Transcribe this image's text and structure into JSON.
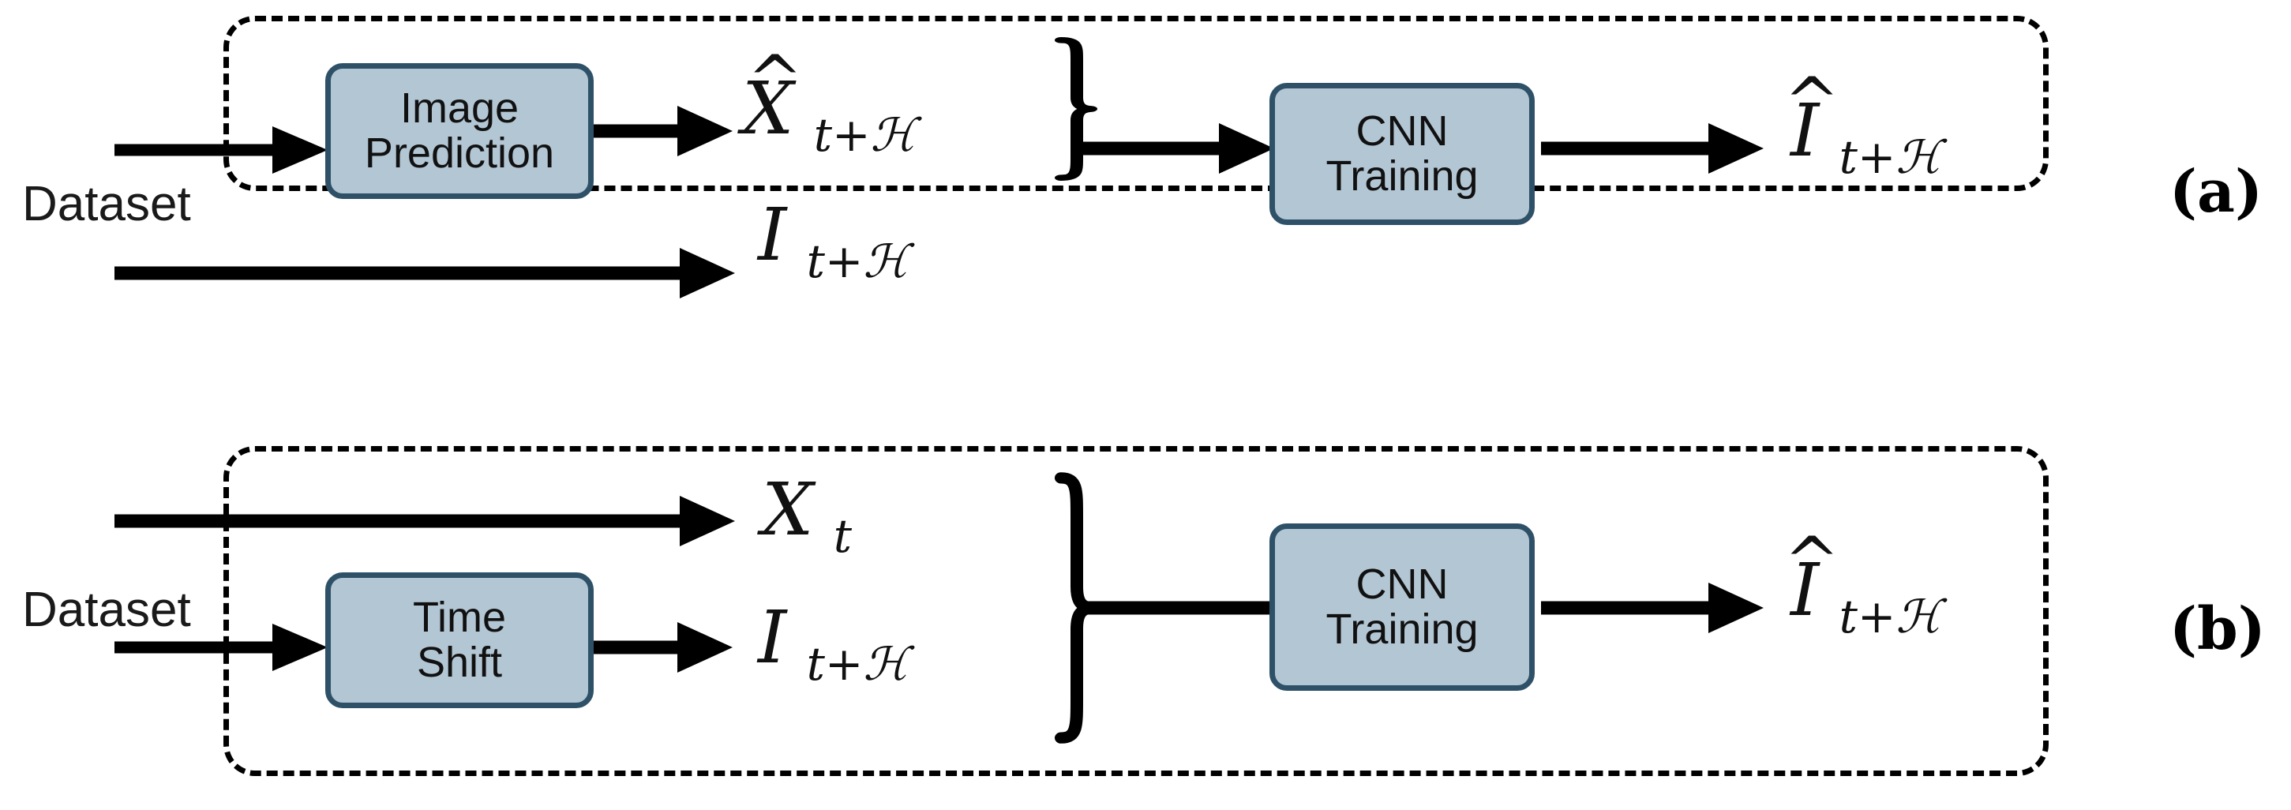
{
  "figure": {
    "title": "CNN training pipeline comparison",
    "background_color": "#ffffff",
    "accent_box_fill": "#b3c6d4",
    "accent_box_border": "#2e5168",
    "line_color": "#000000"
  },
  "panels": [
    {
      "id": "a",
      "letter": "(a)",
      "dataset_label": "Dataset",
      "process_boxes": [
        {
          "id": "image-prediction",
          "line1": "Image",
          "line2": "Prediction"
        },
        {
          "id": "cnn-training",
          "line1": "CNN",
          "line2": "Training"
        }
      ],
      "intermediate_signals": [
        {
          "id": "x-hat",
          "base": "X",
          "hat": "^",
          "subscript": "t+ℋ"
        },
        {
          "id": "i-gt",
          "base": "I",
          "hat": "",
          "subscript": "t+ℋ"
        }
      ],
      "output_signal": {
        "id": "i-hat",
        "base": "I",
        "hat": "^",
        "subscript": "t+ℋ"
      },
      "brace": "}"
    },
    {
      "id": "b",
      "letter": "(b)",
      "dataset_label": "Dataset",
      "process_boxes": [
        {
          "id": "time-shift",
          "line1": "Time",
          "line2": "Shift"
        },
        {
          "id": "cnn-training",
          "line1": "CNN",
          "line2": "Training"
        }
      ],
      "intermediate_signals": [
        {
          "id": "x-t",
          "base": "X",
          "hat": "",
          "subscript": "t"
        },
        {
          "id": "i-shifted",
          "base": "I",
          "hat": "",
          "subscript": "t+ℋ"
        }
      ],
      "output_signal": {
        "id": "i-hat",
        "base": "I",
        "hat": "^",
        "subscript": "t+ℋ"
      },
      "brace": "}"
    }
  ],
  "icons": {
    "arrow": "arrow-right-icon",
    "brace": "right-curly-brace-icon"
  }
}
